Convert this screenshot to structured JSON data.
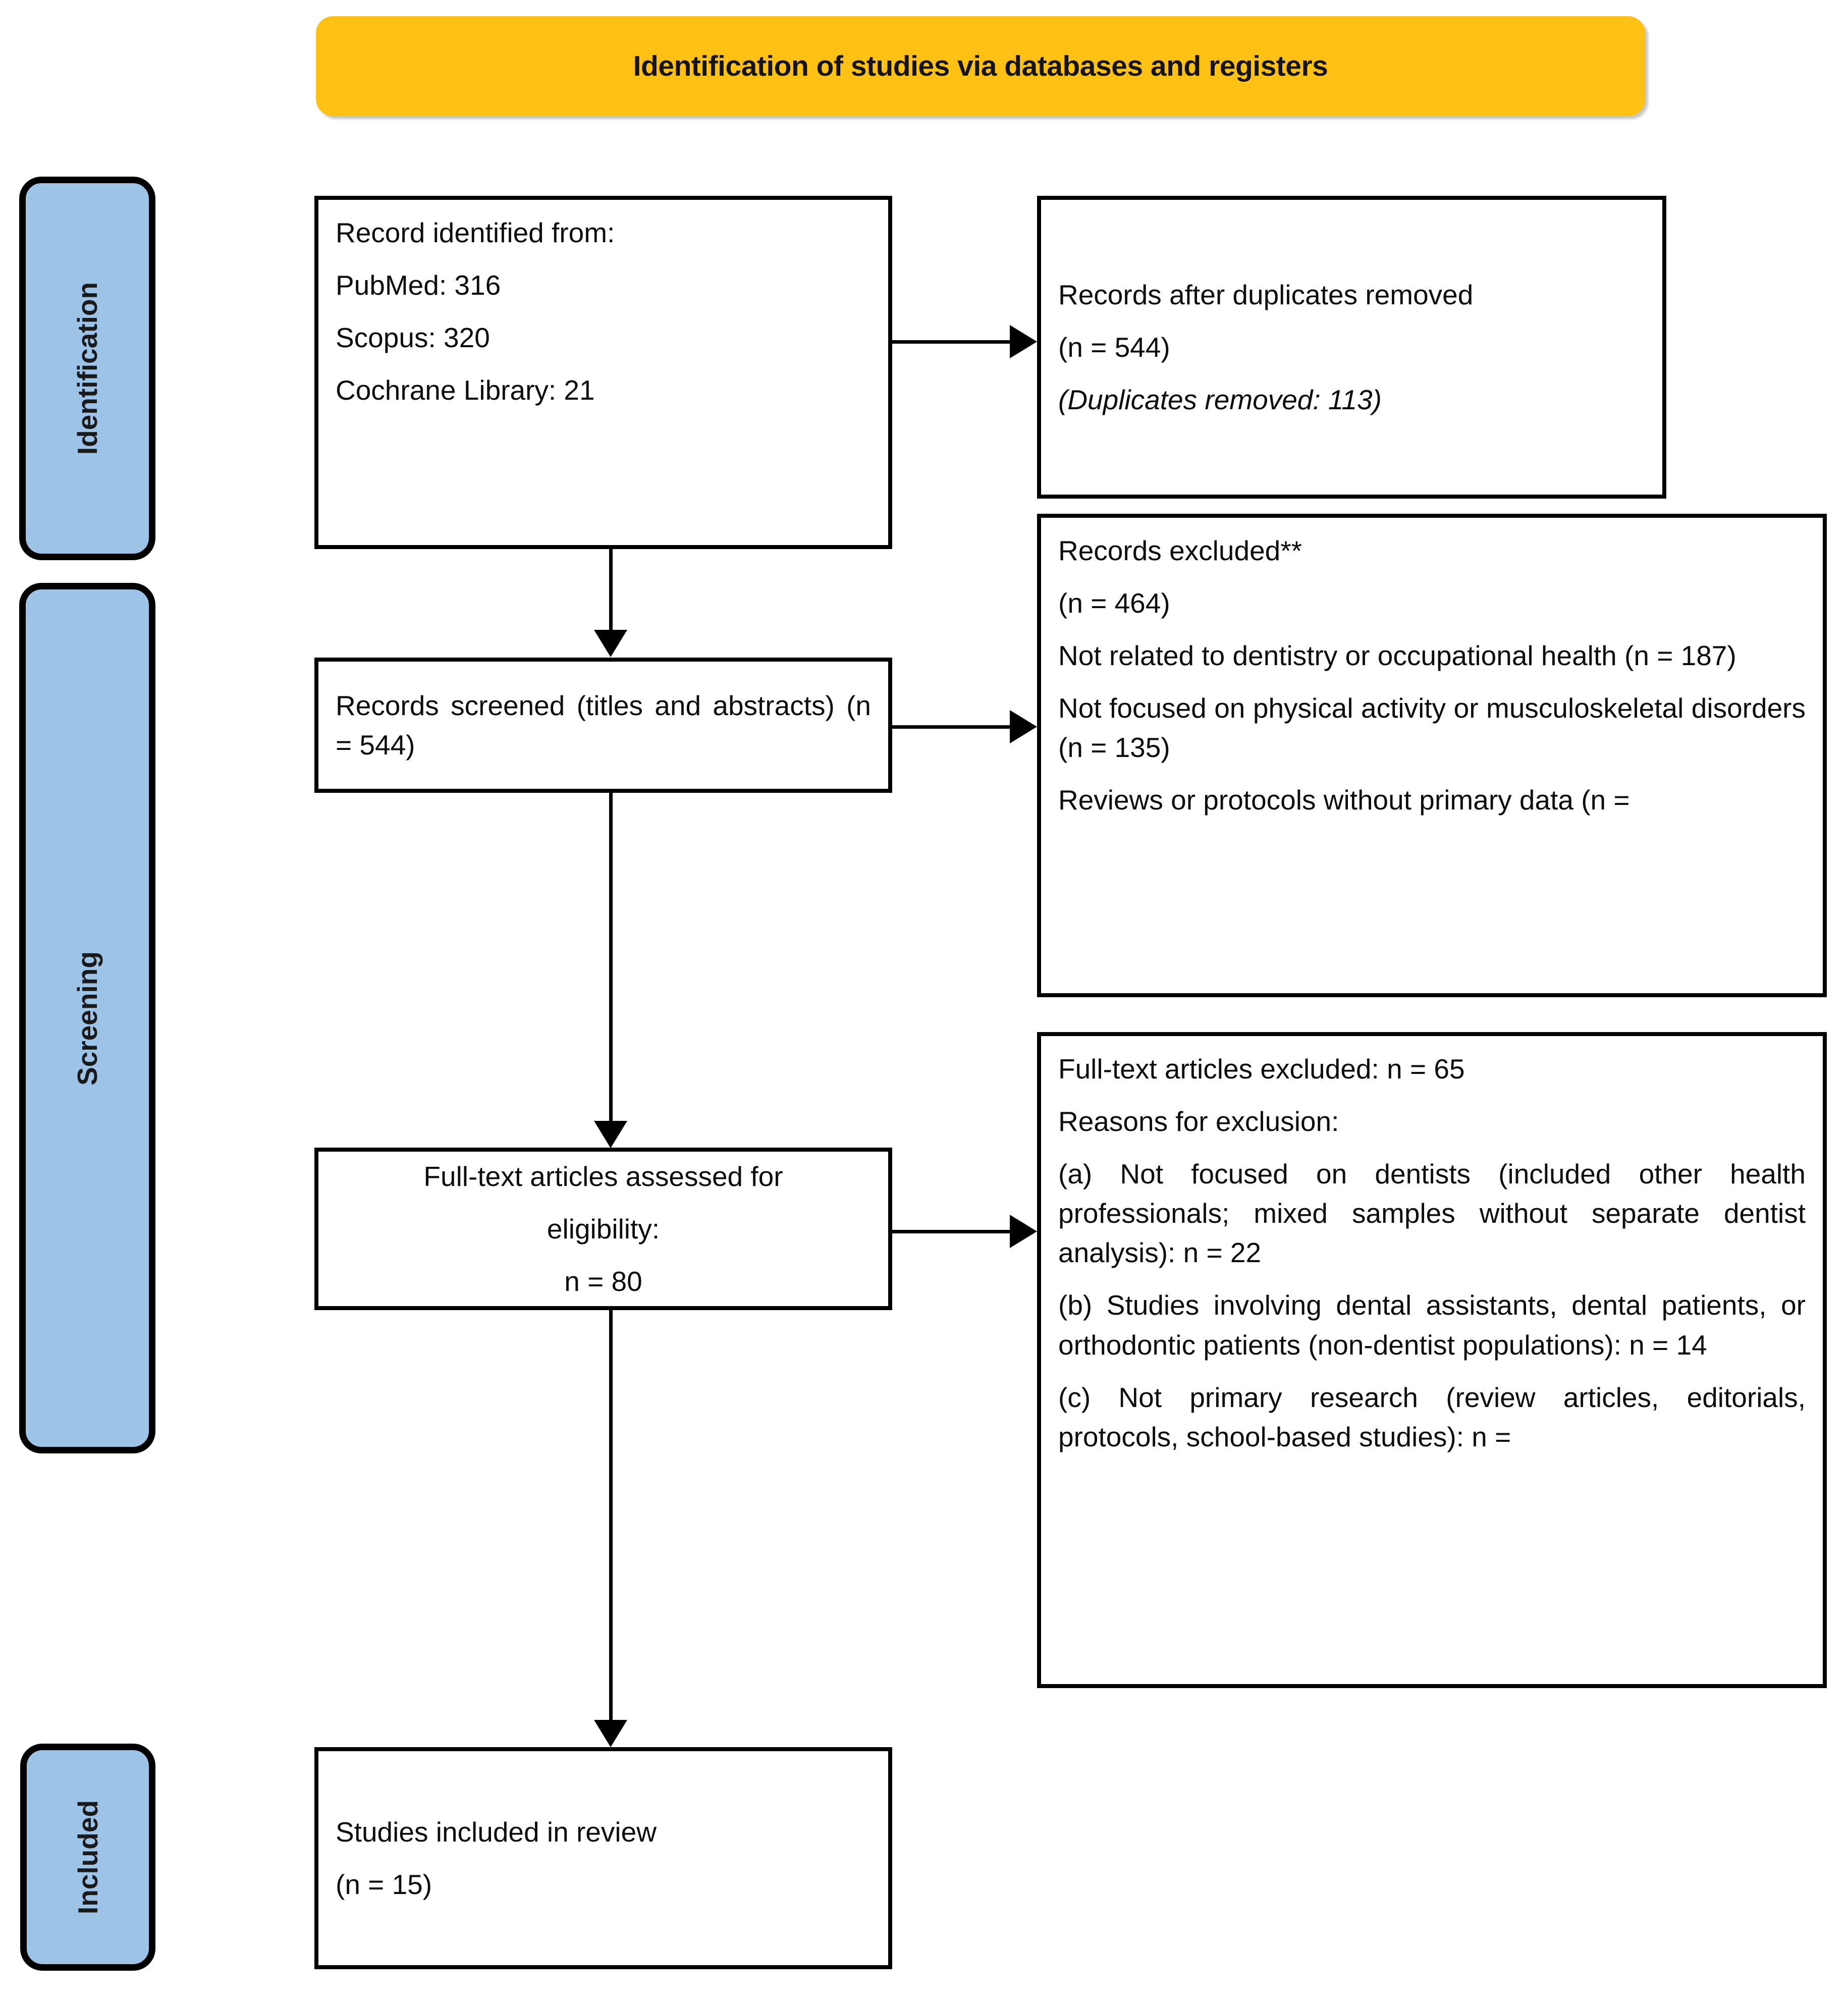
{
  "header": {
    "title": "Identification of studies via databases and registers",
    "accent_color": "#FFC113"
  },
  "stages": {
    "accent_color": "#9DC3E6",
    "identification": "Identification",
    "screening": "Screening",
    "included": "Included"
  },
  "boxes": {
    "identified": {
      "line1": "Record identified from:",
      "line2": "PubMed: 316",
      "line3": "Scopus: 320",
      "line4": "Cochrane Library: 21"
    },
    "duplicates": {
      "line1": "Records after duplicates removed",
      "line2": "(n = 544)",
      "line3": "(Duplicates removed: 113)"
    },
    "screened": {
      "line1": "Records screened (titles and abstracts) (n = 544)"
    },
    "excluded": {
      "line1": "Records excluded**",
      "line2": "(n = 464)",
      "line3": "Not related to dentistry or occupational health (n = 187)",
      "line4": "Not focused on physical activity or musculoskeletal disorders (n = 135)",
      "line5": "Reviews or protocols without primary data (n ="
    },
    "fulltext": {
      "line1": "Full-text articles assessed for",
      "line2": "eligibility:",
      "line3": "n = 80"
    },
    "fulltext_excluded": {
      "line1": "Full-text articles excluded: n = 65",
      "line2": "Reasons for exclusion:",
      "line3": "(a) Not focused on dentists (included other health professionals; mixed samples without separate dentist analysis): n = 22",
      "line4": "(b) Studies involving dental assistants, dental patients, or orthodontic patients (non-dentist populations): n = 14",
      "line5": "(c) Not primary research (review articles, editorials, protocols, school-based studies): n ="
    },
    "included": {
      "line1": "Studies included in review",
      "line2": "(n = 15)"
    }
  }
}
